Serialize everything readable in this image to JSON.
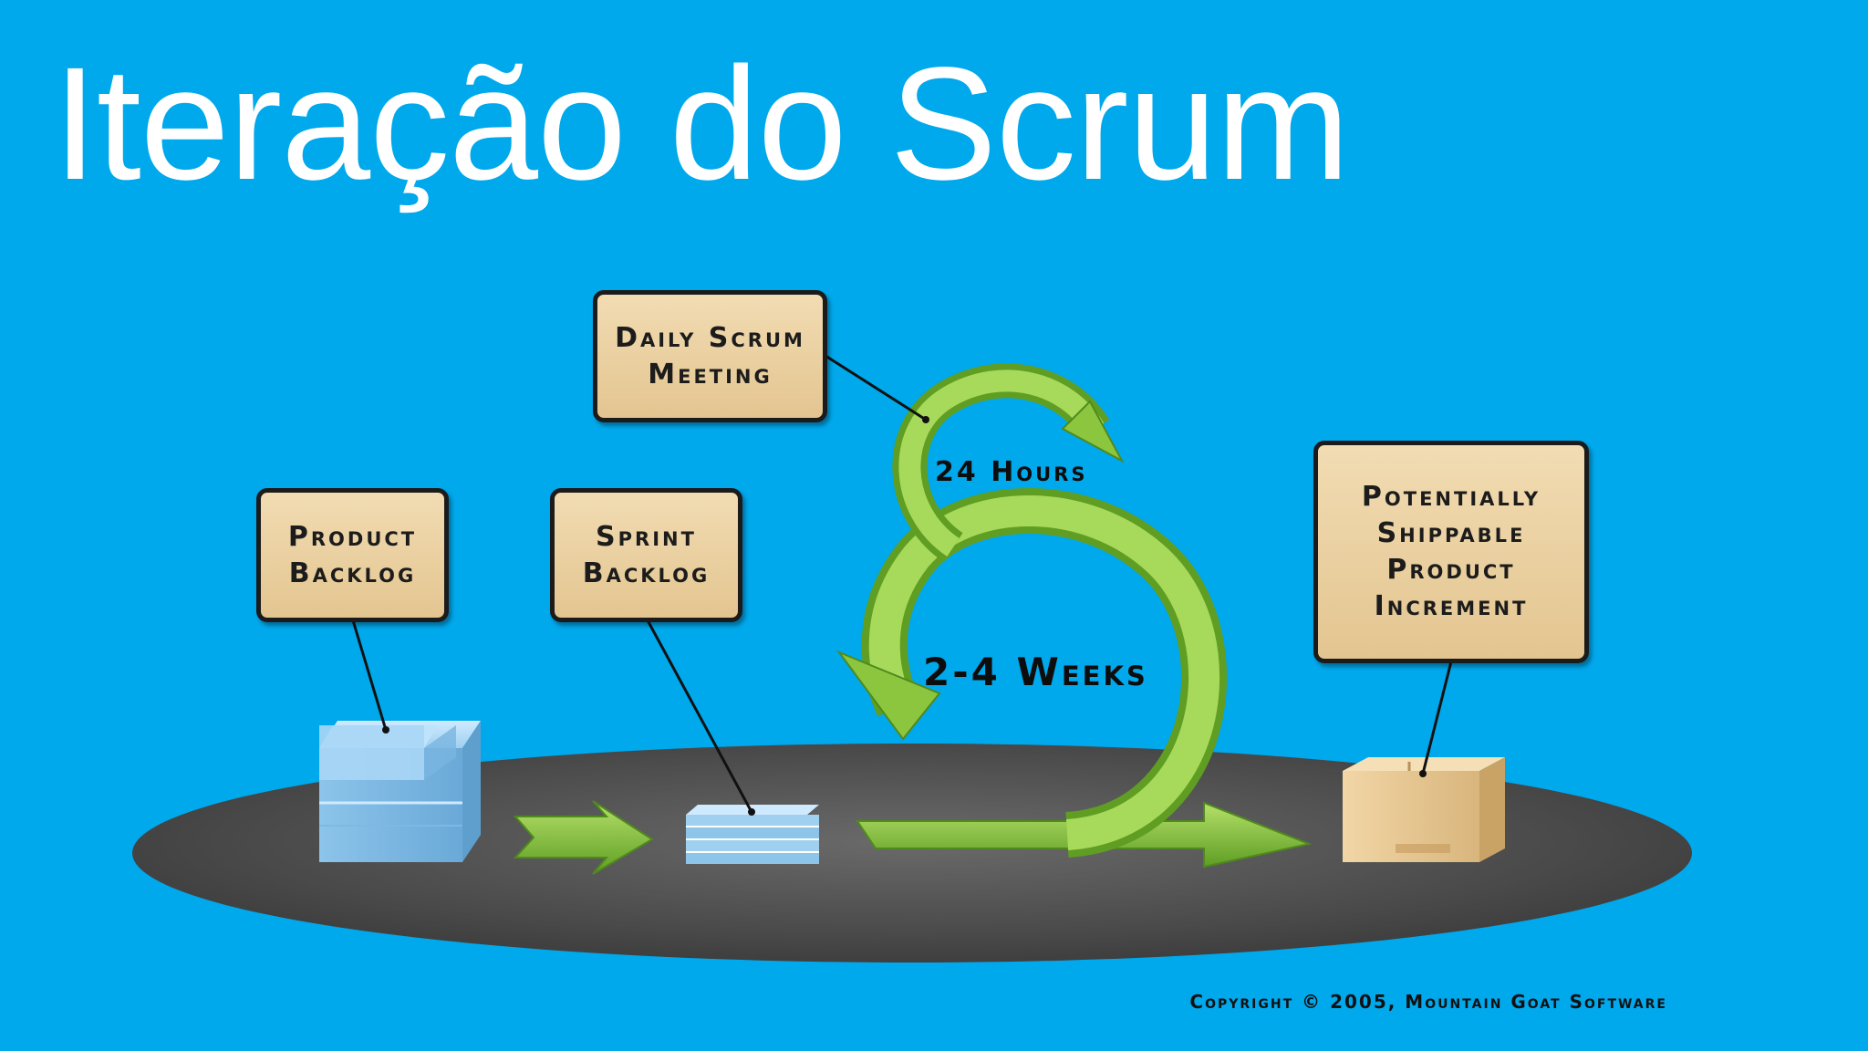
{
  "title": "Iteração do Scrum",
  "boxes": {
    "daily_scrum": [
      "Daily Scrum",
      "Meeting"
    ],
    "product_backlog": [
      "Product",
      "Backlog"
    ],
    "sprint_backlog": [
      "Sprint",
      "Backlog"
    ],
    "increment": [
      "Potentially",
      "Shippable",
      "Product",
      "Increment"
    ]
  },
  "loops": {
    "daily": "24 Hours",
    "sprint": "2-4 Weeks"
  },
  "copyright": "Copyright © 2005, Mountain Goat Software",
  "colors": {
    "background": "#00a8ec",
    "arrow_green": "#8cc63f",
    "box_fill": "#ecd3a4",
    "platform": "#555555",
    "stack_blue": "#9fd0f0"
  }
}
